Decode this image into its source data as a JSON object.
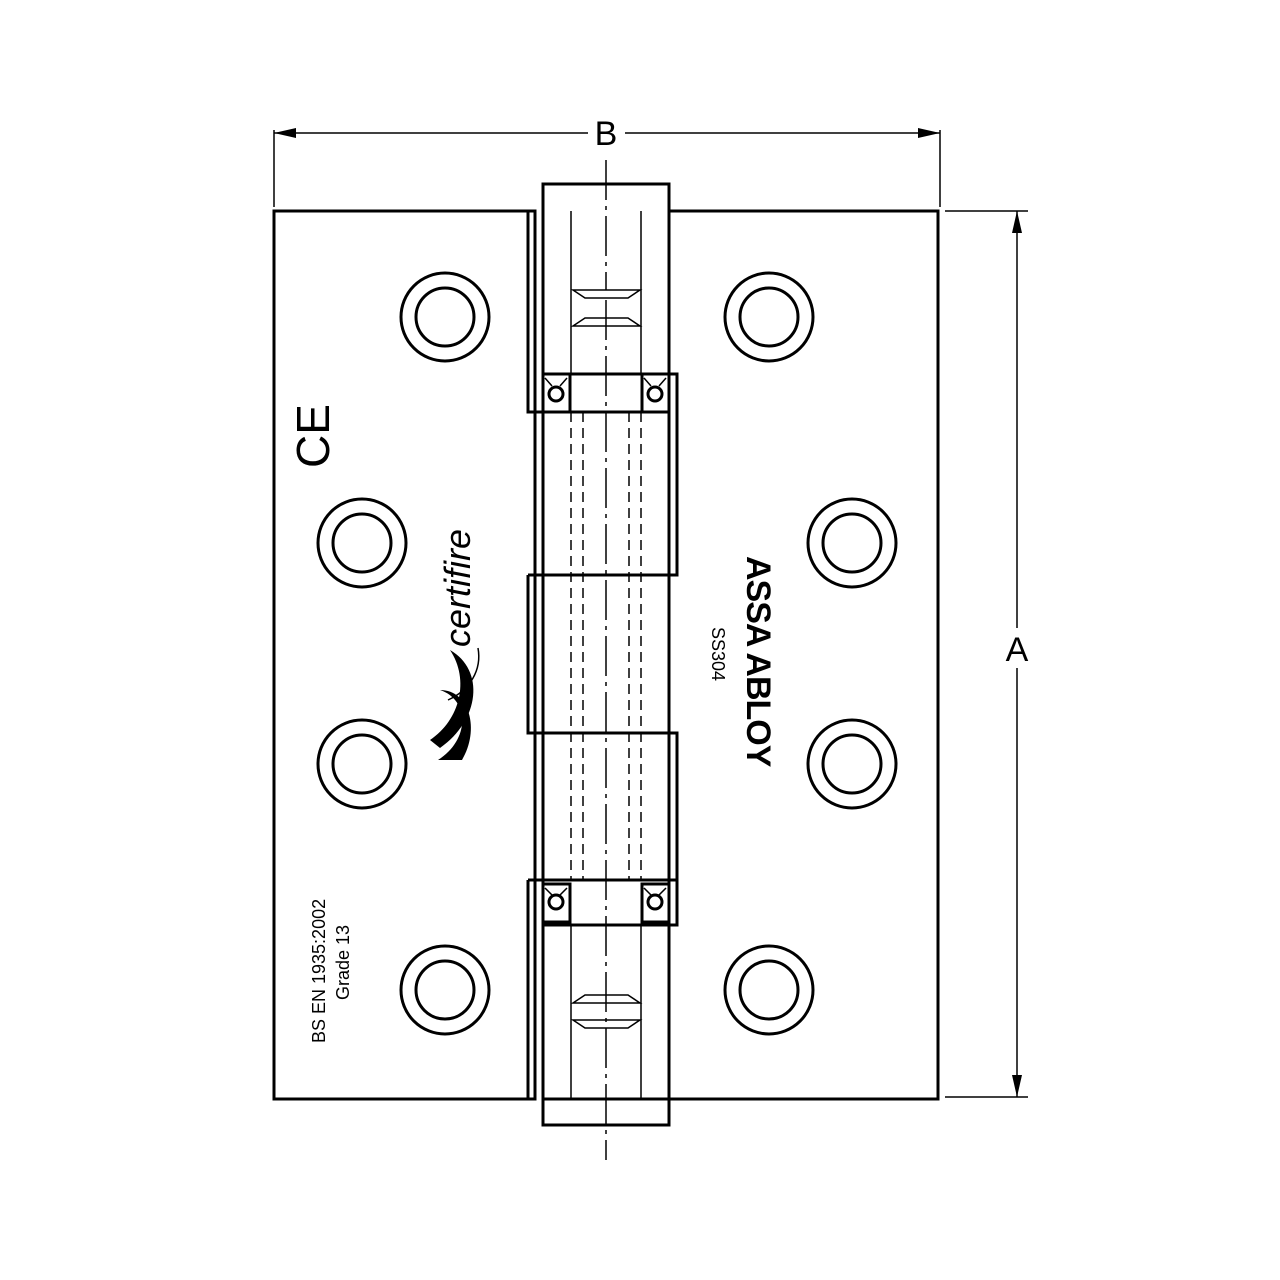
{
  "dimensions": {
    "width_label": "B",
    "height_label": "A"
  },
  "markings": {
    "ce_mark": "CE",
    "certifire": "certifire",
    "brand": "ASSA ABLOY",
    "material": "SS304",
    "standard_line1": "BS  EN 1935:2002",
    "standard_line2": "Grade 13"
  },
  "icons": {
    "certifire_logo": "certifire-swirl-icon",
    "ce": "ce-mark-icon"
  }
}
